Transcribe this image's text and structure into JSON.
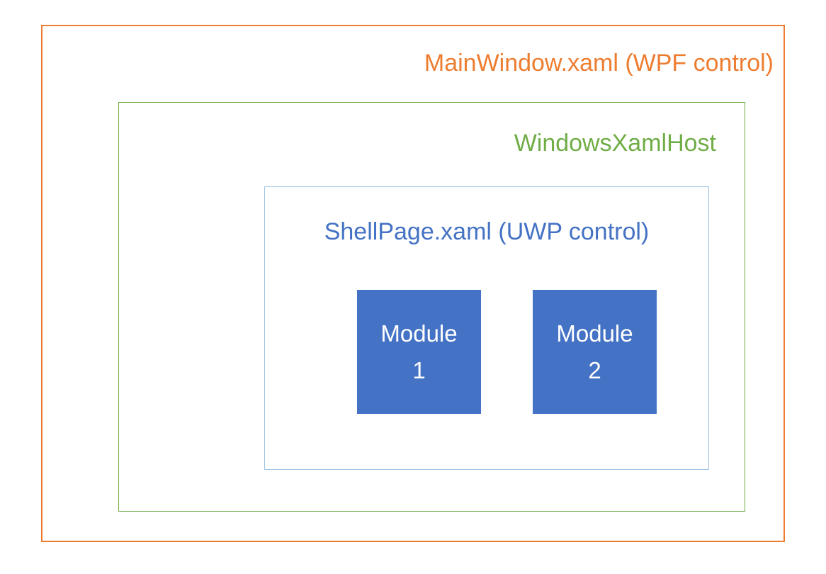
{
  "colors": {
    "orange": "#ED7D31",
    "green": "#70AD47",
    "blue": "#4472C4",
    "light_blue_border": "#9DC3E6"
  },
  "diagram": {
    "outer": {
      "label": "MainWindow.xaml (WPF control)"
    },
    "host": {
      "label": "WindowsXamlHost"
    },
    "shell": {
      "label": "ShellPage.xaml (UWP control)"
    },
    "modules": [
      {
        "label": "Module 1"
      },
      {
        "label": "Module 2"
      }
    ]
  }
}
